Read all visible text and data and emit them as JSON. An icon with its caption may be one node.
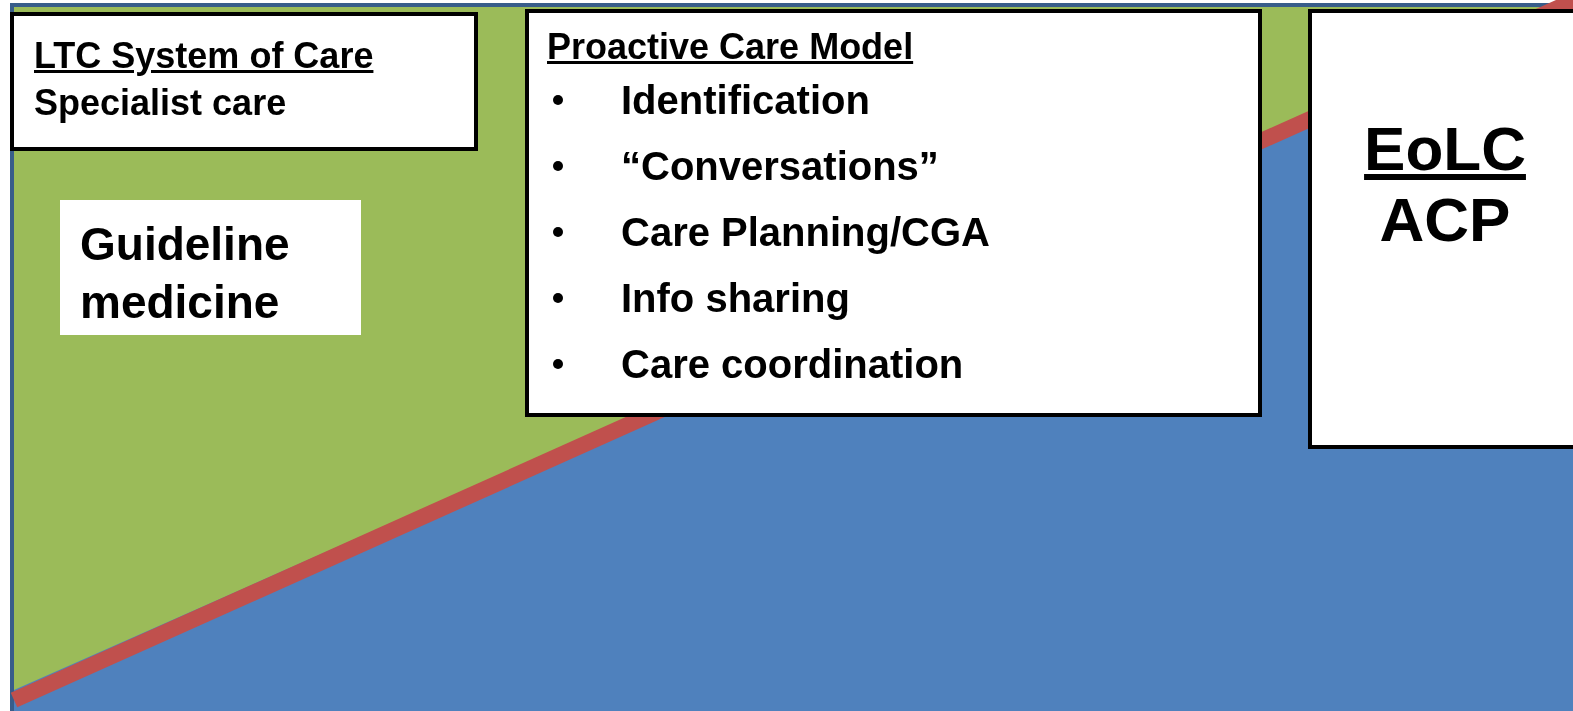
{
  "diagram": {
    "nodes": [
      {
        "text": [
          "LTC System of Care",
          "Specialist care"
        ]
      },
      {
        "text": [
          "Guideline medicine"
        ]
      },
      {
        "text": [
          "Proactive Care Model",
          "Identification",
          "“Conversations”",
          "Care Planning/CGA",
          "Info sharing",
          "Care coordination"
        ]
      },
      {
        "text": [
          "EoLC",
          "ACP"
        ]
      }
    ],
    "edges": []
  }
}
